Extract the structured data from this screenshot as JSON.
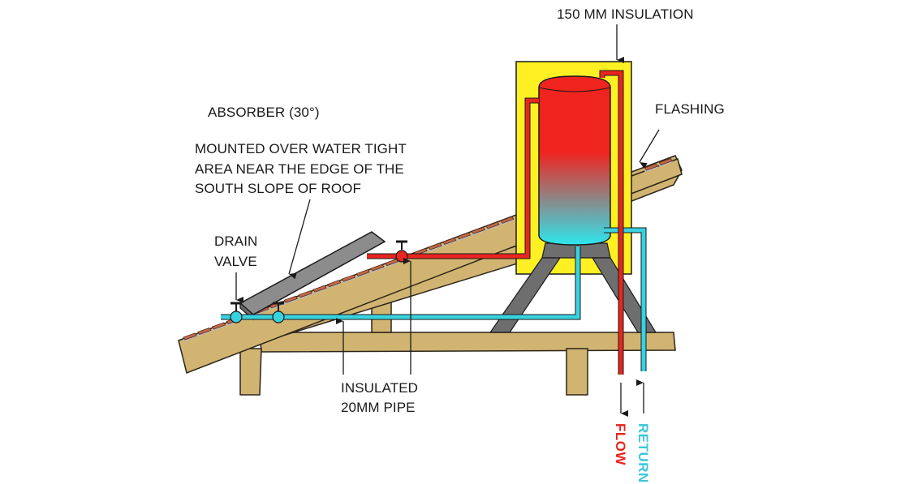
{
  "labels": {
    "insulation": "150 MM INSULATION",
    "flashing": "FLASHING",
    "absorber": "ABSORBER (30°)",
    "mounted_line1": "MOUNTED  OVER WATER TIGHT",
    "mounted_line2": "AREA NEAR THE EDGE OF THE",
    "mounted_line3": "SOUTH SLOPE OF ROOF",
    "drain_line1": "DRAIN",
    "drain_line2": "VALVE",
    "pipe_line1": "INSULATED",
    "pipe_line2": "20MM PIPE",
    "flow": "FLOW",
    "return": "RETURN"
  },
  "colors": {
    "timber": "#d2b472",
    "timber_outline": "#2a2418",
    "insulation_box": "#fff023",
    "tank_top": "#f0241e",
    "tank_bottom": "#2ee6ee",
    "hot_pipe": "#e8251f",
    "cold_pipe": "#38d2e0",
    "collector": "#8c8c8c",
    "tile": "#c0694a",
    "flow_text": "#e8251f",
    "return_text": "#38c8d8"
  }
}
